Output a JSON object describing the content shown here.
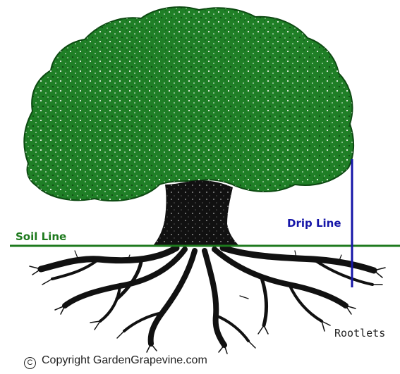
{
  "diagram": {
    "labels": {
      "soil_line": "Soil Line",
      "drip_line": "Drip Line",
      "rootlets": "Rootlets"
    },
    "copyright": {
      "symbol": "C",
      "text": "Copyright GardenGrapevine.com"
    },
    "colors": {
      "canopy": "#1f7f26",
      "canopy_dark": "#0d4a12",
      "trunk": "#111111",
      "soil_line": "#1e7a1e",
      "drip_line": "#1515a8",
      "roots": "#111111",
      "copyright_text": "#222222"
    }
  }
}
